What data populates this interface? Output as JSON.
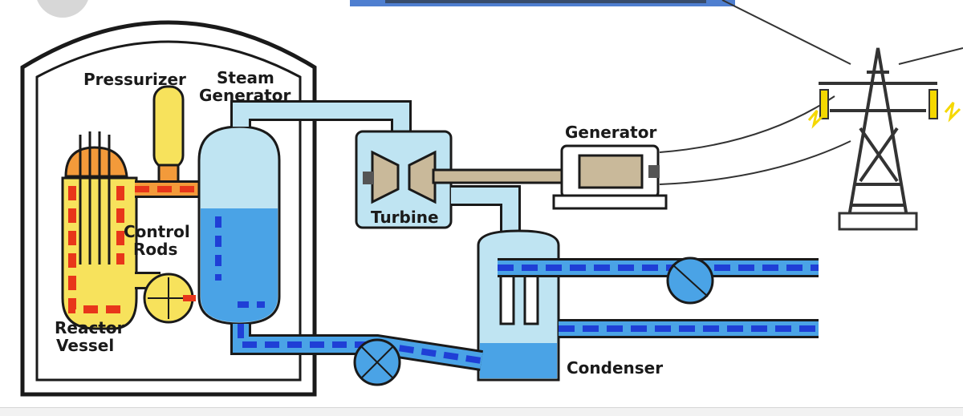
{
  "labels": {
    "pressurizer": "Pressurizer",
    "steam_generator_line1": "Steam",
    "steam_generator_line2": "Generator",
    "generator": "Generator",
    "turbine": "Turbine",
    "control_rods_line1": "Control",
    "control_rods_line2": "Rods",
    "reactor_vessel_line1": "Reactor",
    "reactor_vessel_line2": "Vessel",
    "condenser": "Condenser"
  },
  "colors": {
    "outline": "#1a1a1a",
    "hot_fill": "#f7e25c",
    "hot_flow_red": "#e8361a",
    "hot_flow_orange": "#f39a3a",
    "steam": "#bfe4f2",
    "water": "#4aa3e6",
    "cold_flow": "#1f3fd6",
    "metal": "#c9b99a",
    "tower": "#333333",
    "spark": "#f5d800"
  }
}
